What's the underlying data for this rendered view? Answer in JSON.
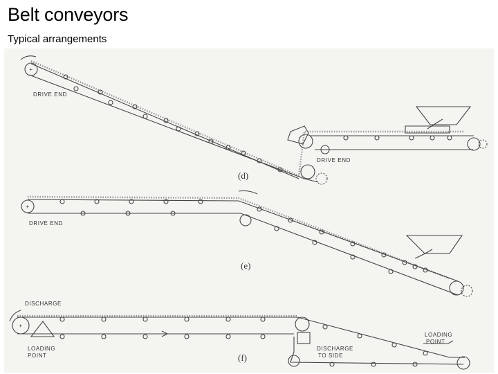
{
  "slide": {
    "title": "Belt conveyors",
    "subtitle": "Typical arrangements"
  },
  "diagram": {
    "d": {
      "caption": "(d)",
      "drive_end_left": "DRIVE END",
      "drive_end_right": "DRIVE END"
    },
    "e": {
      "caption": "(e)",
      "drive_end": "DRIVE END"
    },
    "f": {
      "caption": "(f)",
      "discharge": "DISCHARGE",
      "loading_point_left": [
        "LOADING",
        "POINT"
      ],
      "loading_point_right": [
        "LOADING",
        "POINT"
      ],
      "discharge_to_side": [
        "DISCHARGE",
        "TO SIDE"
      ]
    }
  }
}
